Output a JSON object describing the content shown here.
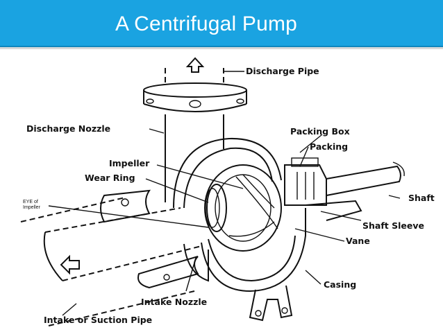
{
  "header": {
    "title": "A Centrifugal Pump",
    "bar_color": "#1aa3e1"
  },
  "diagram": {
    "labels": {
      "discharge_pipe": "Discharge Pipe",
      "discharge_nozzle": "Discharge Nozzle",
      "packing_box": "Packing Box",
      "packing": "Packing",
      "impeller": "Impeller",
      "wear_ring": "Wear Ring",
      "eye_of_impeller_line1": "EYE of",
      "eye_of_impeller_line2": "Impeller",
      "shaft": "Shaft",
      "shaft_sleeve": "Shaft Sleeve",
      "vane": "Vane",
      "casing": "Casing",
      "intake_nozzle": "Intake Nozzle",
      "intake_suction_pipe": "Intake or Suction Pipe"
    }
  }
}
